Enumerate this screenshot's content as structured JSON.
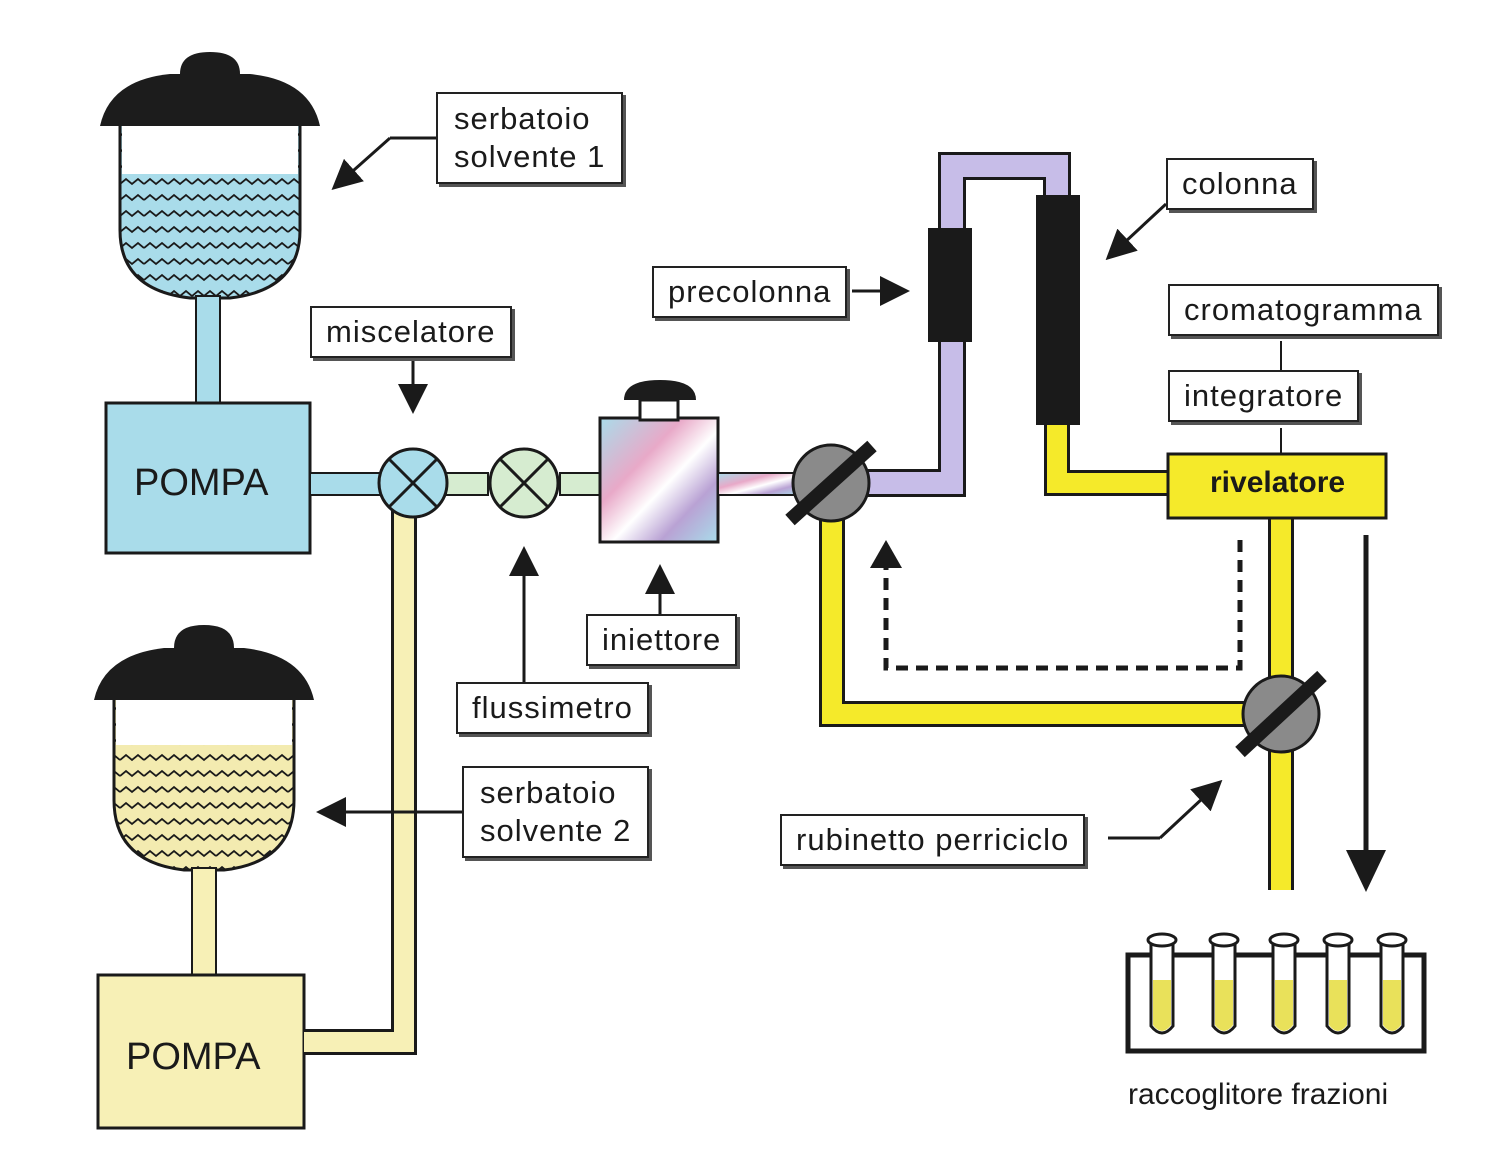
{
  "labels": {
    "serbatoio1": [
      "serbatoio",
      "solvente 1"
    ],
    "serbatoio2": [
      "serbatoio",
      "solvente 2"
    ],
    "miscelatore": "miscelatore",
    "flussimetro": "flussimetro",
    "iniettore": "iniettore",
    "precolonna": "precolonna",
    "colonna": "colonna",
    "cromatogramma": "cromatogramma",
    "integratore": "integratore",
    "rivelatore": "rivelatore",
    "rubinetto": "rubinetto perriciclo",
    "raccoglitore": "raccoglitore frazioni"
  },
  "pumps": {
    "pump1": "POMPA",
    "pump2": "POMPA"
  },
  "colors": {
    "solvent1": "#a9dcea",
    "solvent2": "#f7f0b6",
    "eluent": "#f5ea2a",
    "lid": "#1c1c1c",
    "valve": "#8a8a8a",
    "column": "#1a1a1a"
  }
}
